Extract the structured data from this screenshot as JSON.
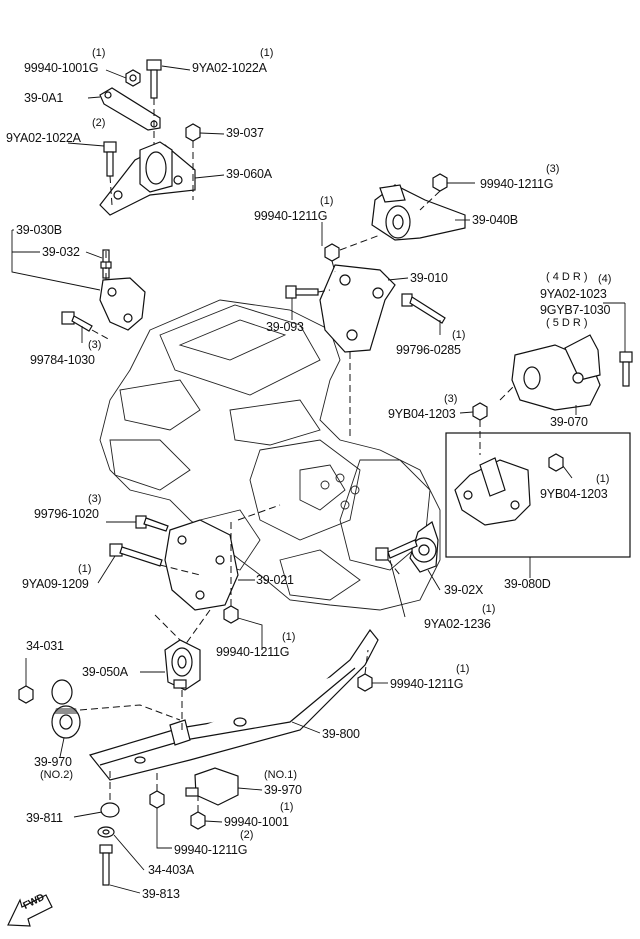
{
  "labels": {
    "l1": "99940-1001G",
    "l1q": "(1)",
    "l2": "9YA02-1022A",
    "l2q": "(1)",
    "l3": "39-0A1",
    "l4": "9YA02-1022A",
    "l4q": "(2)",
    "l5": "39-037",
    "l6": "39-060A",
    "l7": "99940-1211G",
    "l7q": "(3)",
    "l8": "99940-1211G",
    "l8q": "(1)",
    "l9": "39-040B",
    "l10": "39-030B",
    "l11": "39-032",
    "l12": "39-010",
    "l13": "39-093",
    "l14": "99784-1030",
    "l14q": "(3)",
    "l15": "99796-0285",
    "l15q": "(1)",
    "l16a": "( 4 D R )",
    "l16q": "(4)",
    "l16b": "9YA02-1023",
    "l16c": "9GYB7-1030",
    "l16d": "( 5 D R )",
    "l17": "9YB04-1203",
    "l17q": "(3)",
    "l18": "39-070",
    "l19": "9YB04-1203",
    "l19q": "(1)",
    "l20": "99796-1020",
    "l20q": "(3)",
    "l21": "9YA09-1209",
    "l21q": "(1)",
    "l22": "39-021",
    "l23": "39-02X",
    "l24": "39-080D",
    "l25": "9YA02-1236",
    "l25q": "(1)",
    "l26": "34-031",
    "l27": "99940-1211G",
    "l27q": "(1)",
    "l28": "39-050A",
    "l29": "99940-1211G",
    "l29q": "(1)",
    "l30": "39-800",
    "l31a": "39-970",
    "l31b": "(NO.2)",
    "l32a": "(NO.1)",
    "l32b": "39-970",
    "l33": "39-811",
    "l34": "99940-1001",
    "l34q": "(1)",
    "l35": "99940-1211G",
    "l35q": "(2)",
    "l36": "34-403A",
    "l37": "39-813",
    "fwd": "FWD"
  }
}
